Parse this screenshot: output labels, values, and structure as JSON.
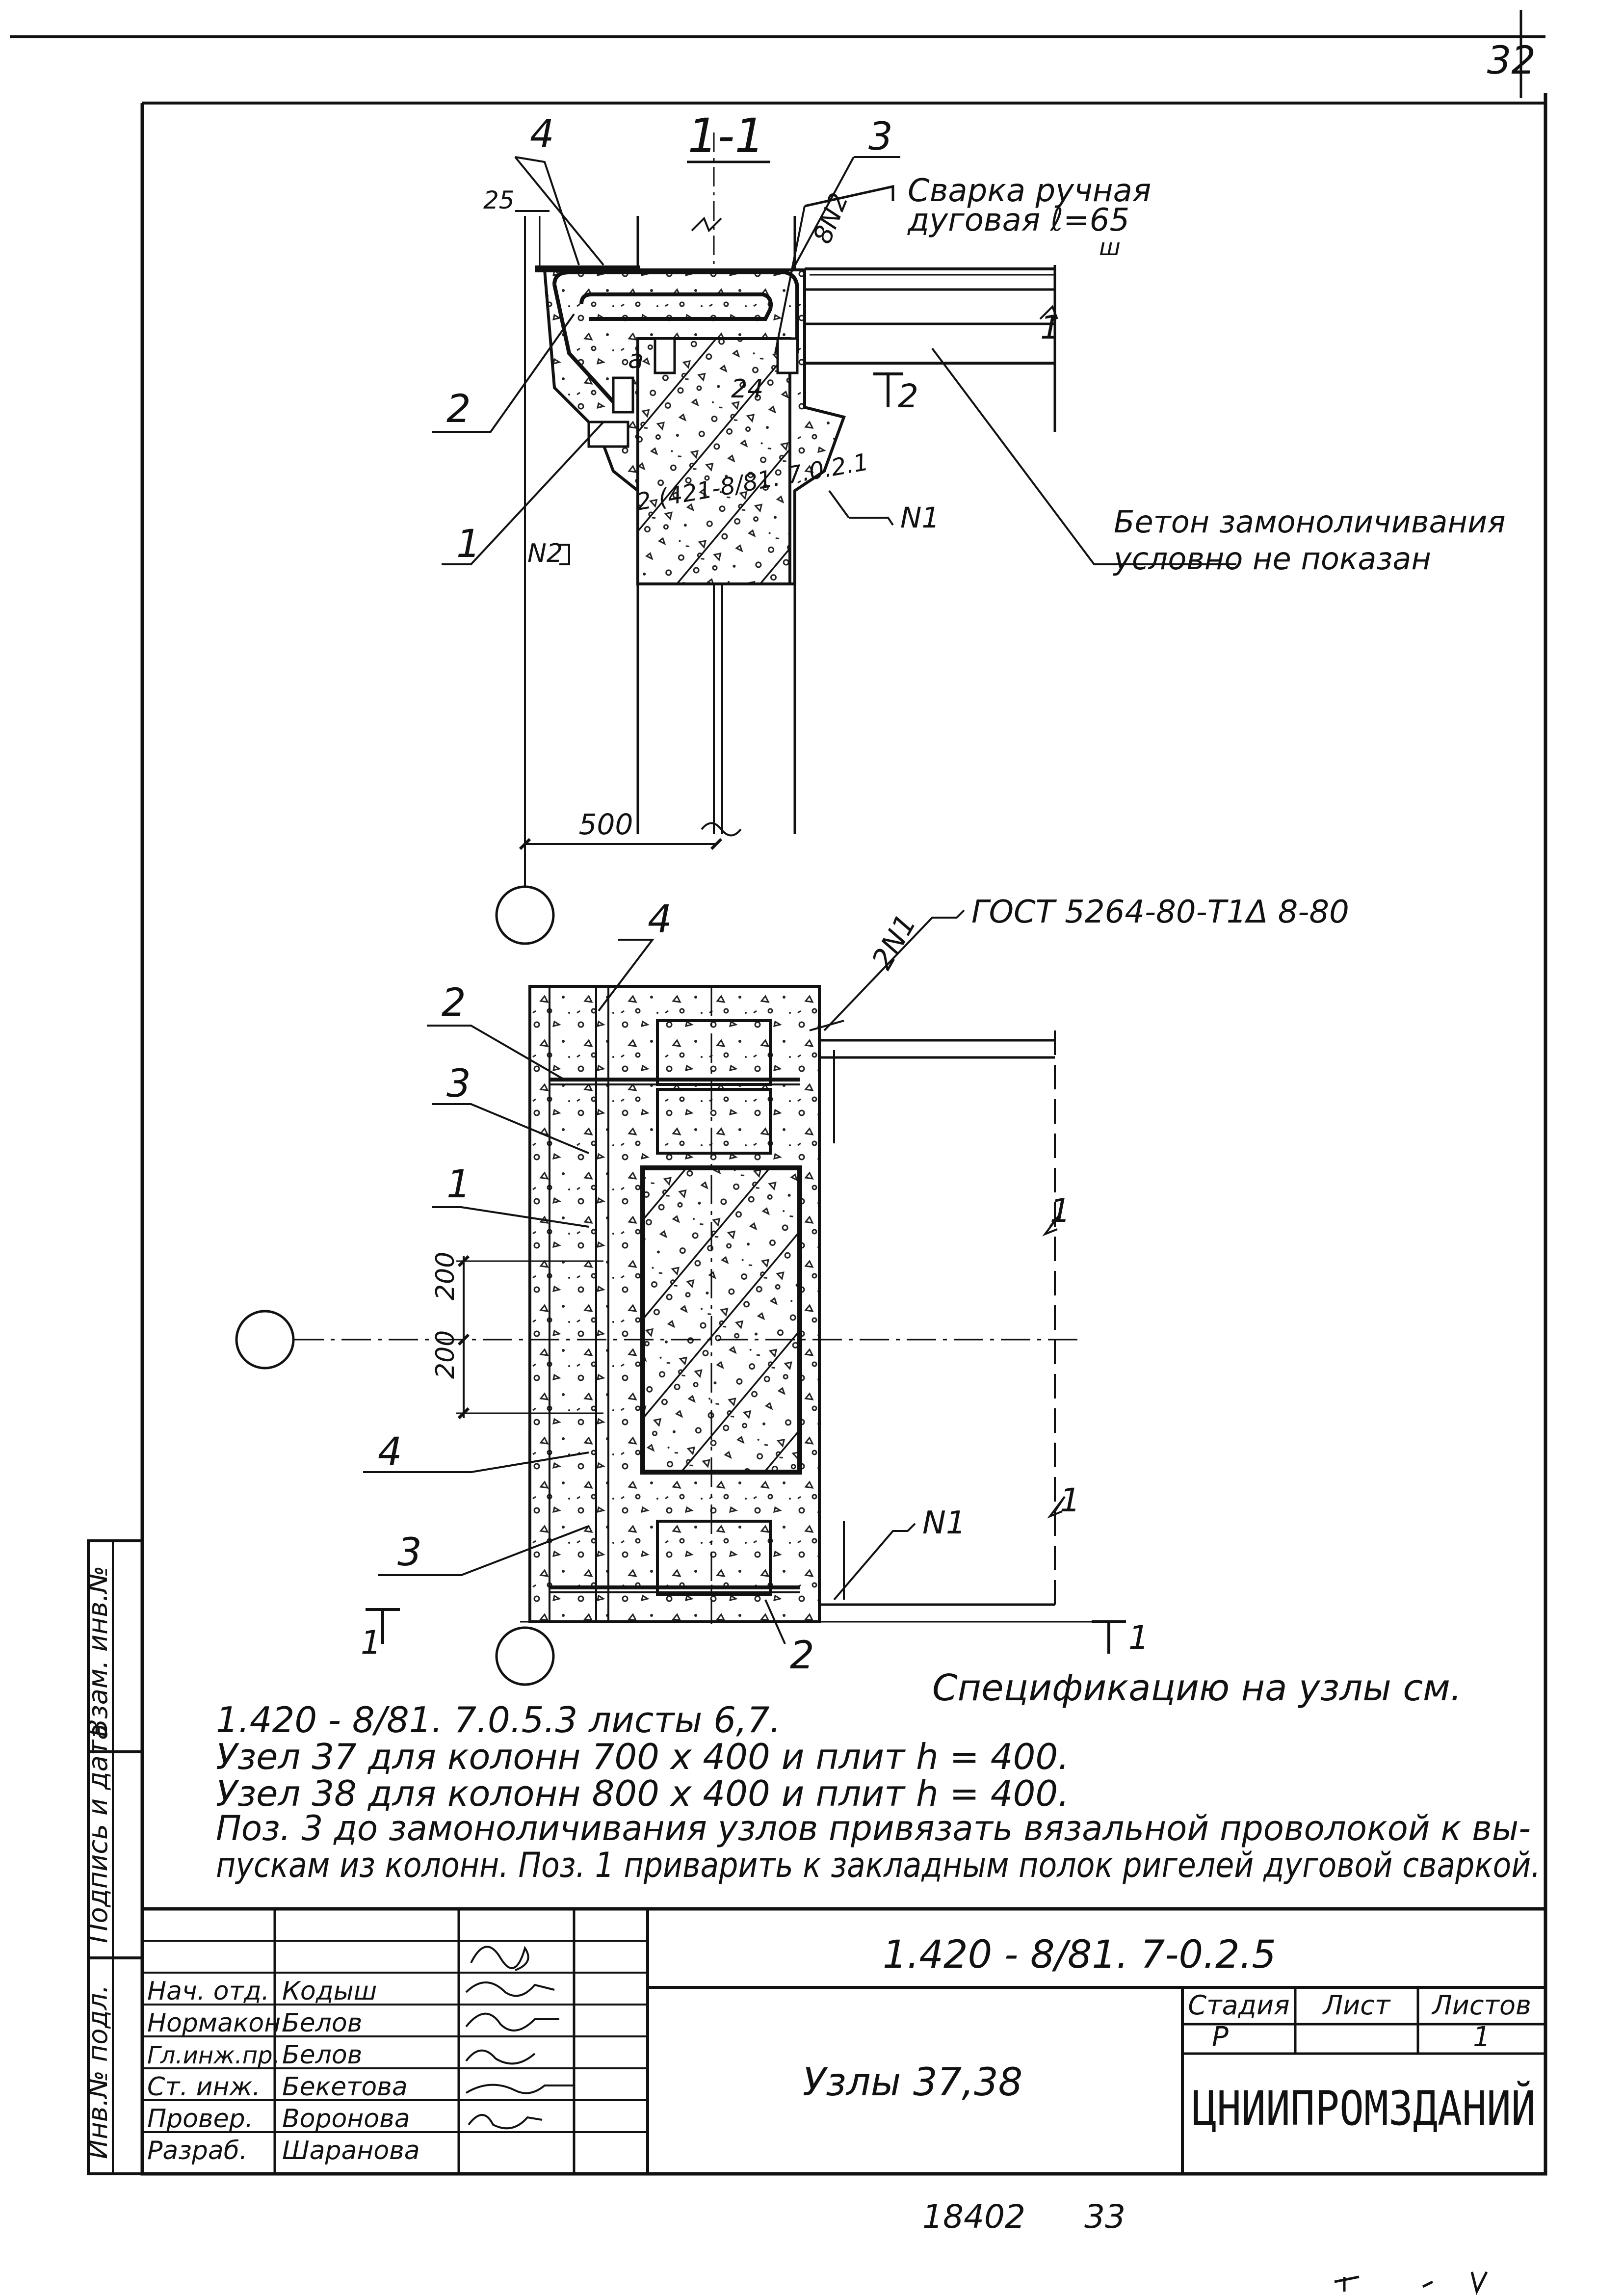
{
  "page_number": "32",
  "section": {
    "title": "1-1",
    "label_4": "4",
    "label_3": "3",
    "label_2": "2",
    "label_1": "1",
    "dim_25": "25",
    "weld_mark": "8N2",
    "weld_note_line1": "Сварка ручная",
    "weld_note_line2": "дуговая ℓ=65",
    "weld_note_sub": "ш",
    "mark_N1": "N1",
    "mark_N2": "N2",
    "section_2": "2",
    "section_1": "1",
    "detail_ref": "2 (421-8/81. 7.0.2.1",
    "dim_a": "а",
    "dim_24": "24",
    "concrete_note_line1": "Бетон замоноличивания",
    "concrete_note_line2": "условно не показан",
    "dim_500": "500"
  },
  "plan": {
    "label_4_top": "4",
    "label_2": "2",
    "label_3_top": "3",
    "label_1": "1",
    "label_4_mid": "4",
    "label_3_bot": "3",
    "label_2_bot": "2",
    "weld_mark": "2N1",
    "gost_ref": "ГОСТ 5264-80-Т1Δ 8-80",
    "mark_N1": "N1",
    "dim_200_top": "200",
    "dim_200_bot": "200",
    "cut_1_left": "1",
    "cut_1_right": "1",
    "break_1_top": "1",
    "break_1_bot": "1"
  },
  "notes": {
    "line1": "Спецификацию на узлы см.",
    "line2": "1.420 - 8/81. 7.0.5.3  листы 6,7.",
    "line3": "Узел 37 для колонн 700 x 400  и  плит h = 400.",
    "line4": "Узел 38 для колонн 800 x 400  и  плит h = 400.",
    "line5": "Поз. 3 до замоноличивания узлов привязать вязальной проволокой к вы-",
    "line6": "пускам из колонн. Поз. 1 приварить к закладным полок ригелей дуговой сваркой."
  },
  "side_stamp": {
    "inv_podl": "Инв.№ подл.",
    "podpis_data": "Подпись и дата",
    "vzam_inv": "Взам. инв.№"
  },
  "title_block": {
    "doc_code": "1.420 - 8/81. 7-0.2.5",
    "title": "Узлы 37,38",
    "stage_header": "Стадия",
    "sheet_header": "Лист",
    "sheets_header": "Листов",
    "stage": "Р",
    "sheet": "",
    "sheets": "1",
    "org": "ЦНИИПРОМЗДАНИЙ",
    "roles": [
      {
        "role": "Нач. отд.",
        "name": "Кодыш"
      },
      {
        "role": "Нормакон.",
        "name": "Белов"
      },
      {
        "role": "Гл.инж.пр.",
        "name": "Белов"
      },
      {
        "role": "Ст. инж.",
        "name": "Бекетова"
      },
      {
        "role": "Провер.",
        "name": "Воронова"
      },
      {
        "role": "Разраб.",
        "name": "Шаранова"
      }
    ]
  },
  "footer": {
    "number": "18402",
    "page": "33"
  }
}
